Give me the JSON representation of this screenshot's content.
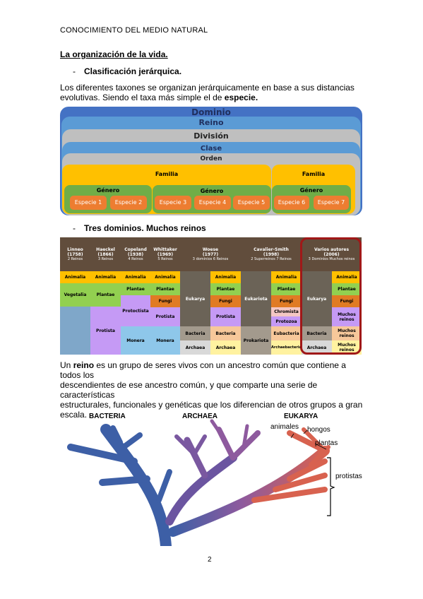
{
  "header": "CONOCIMIENTO DEL MEDIO NATURAL",
  "section_title": "La organización de la vida.",
  "bullet1": "Clasificación jerárquica.",
  "dash": "-",
  "para1": {
    "l1": "Los diferentes taxones se organizan jerárquicamente en base a sus distancias",
    "l2a": "evolutivas. Siendo el taxa más simple el de ",
    "l2b": "especie."
  },
  "hierarchy": {
    "dominio": "Dominio",
    "reino": "Reino",
    "division": "División",
    "clase": "Clase",
    "orden": "Orden",
    "familia": "Familia",
    "genero": "Género",
    "especies": [
      "Especie 1",
      "Especie 2",
      "Especie 3",
      "Especie 4",
      "Especie 5",
      "Especie 6",
      "Especie 7"
    ]
  },
  "bullet2": "Tres dominios. Muchos reinos",
  "table": {
    "headers": [
      {
        "name": "Linneo",
        "year": "(1758)",
        "sub": "2 Reinos"
      },
      {
        "name": "Haeckel",
        "year": "(1866)",
        "sub": "3 Reinos"
      },
      {
        "name": "Copeland",
        "year": "(1938)",
        "sub": "4 Reinos"
      },
      {
        "name": "Whittaker",
        "year": "(1969)",
        "sub": "5 Reinos"
      },
      {
        "name": "Woese",
        "year": "(1977)",
        "sub": "3 dominios 6 Reinos"
      },
      {
        "name": "Cavalier-Smith",
        "year": "(1998)",
        "sub": "2 Superreinos 7 Reinos"
      },
      {
        "name": "Varios autores",
        "year": "(2006)",
        "sub": "3 Dominios Muchos reinos"
      }
    ],
    "animalia": "Animalia",
    "vegetalia": "Vegetalia",
    "plantae": "Plantae",
    "protista": "Protista",
    "protoctista": "Protoctista",
    "fungi": "Fungi",
    "monera": "Monera",
    "eukarya": "Eukarya",
    "eukariota": "Eukariota",
    "bacteria": "Bacteria",
    "archaea": "Archaea",
    "prokariota": "Prokariota",
    "chromista": "Chromista",
    "protozoa": "Protozoa",
    "eubacteria": "Eubacteria",
    "archaebacteria": "Archaebacteria",
    "muchos_reinos": "Muchos reinos"
  },
  "para2": {
    "a": "Un ",
    "b": "reino",
    "c": " es un grupo de seres vivos con un ancestro común que contiene a todos los",
    "l2": "descendientes de ese ancestro común, y que comparte una serie de características",
    "l3": "estructurales, funcionales y genéticas que los diferencian de otros grupos a gran",
    "l4": "escala."
  },
  "tree": {
    "bacteria": "BACTERIA",
    "archaea": "ARCHAEA",
    "eukarya": "EUKARYA",
    "animales": "animales",
    "hongos": "hongos",
    "plantas": "plantas",
    "protistas": "protistas"
  },
  "page_number": "2"
}
